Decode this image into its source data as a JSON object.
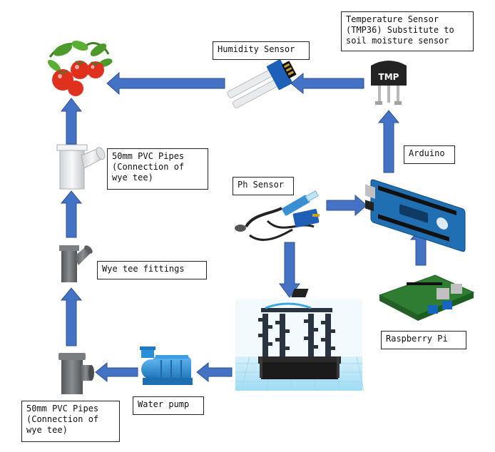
{
  "labels": {
    "temperature_sensor": "Temperature Sensor\n(TMP36) Substitute to\nsoil moisture sensor",
    "humidity_sensor": "Humidity Sensor",
    "pvc_top": "50mm PVC Pipes\n(Connection of\nwye tee)",
    "arduino": "Arduino",
    "ph_sensor": "Ph Sensor",
    "wye_tee": "Wye tee fittings",
    "raspberry_pi": "Raspberry Pi",
    "water_pump": "Water pump",
    "pvc_bottom": "50mm PVC Pipes\n(Connection of\nwye tee)"
  },
  "icons": {
    "tmp_chip_text": "TMP"
  },
  "colors": {
    "arrow": "#4472c4",
    "arrow_edge": "#2f528f",
    "tomato": "#e0301e",
    "leaf": "#4c9a2a",
    "pvc": "#e9ecef",
    "pvc_grey": "#6d6f72",
    "pump": "#2a8fd6",
    "arduino": "#1f6fb2",
    "raspberry_pi": "#2e7d32"
  }
}
